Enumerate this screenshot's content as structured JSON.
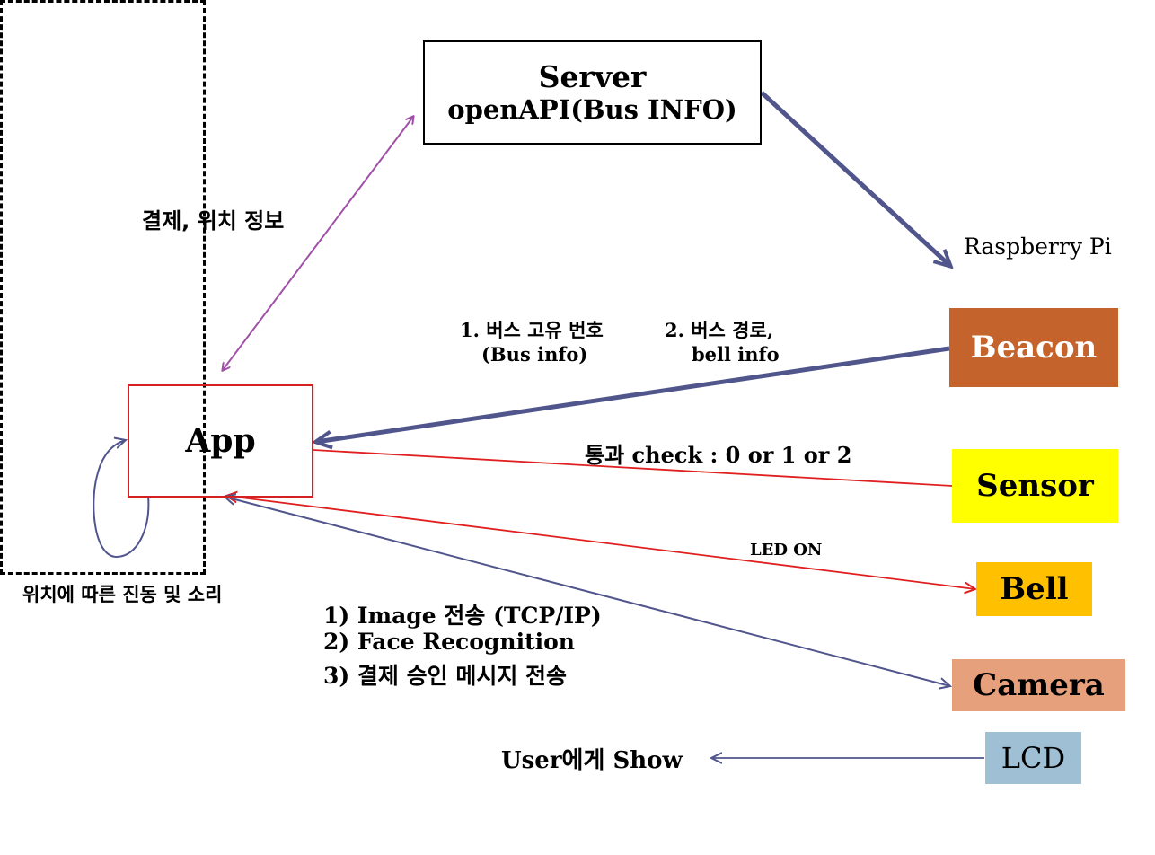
{
  "server": {
    "title": "Server",
    "subtitle": "openAPI(Bus INFO)"
  },
  "app": {
    "label": "App"
  },
  "raspberry": {
    "label": "Raspberry Pi"
  },
  "devices": {
    "beacon": "Beacon",
    "sensor": "Sensor",
    "bell": "Bell",
    "camera": "Camera",
    "lcd": "LCD"
  },
  "labels": {
    "payment_location": "결제, 위치 정보",
    "bus_id_line1": "1. 버스 고유 번호",
    "bus_id_line2": "(Bus info)",
    "bus_route_line1": "2. 버스 경로,",
    "bus_route_line2": "bell info",
    "pass_check": "통과 check : 0 or 1 or 2",
    "led_on": "LED ON",
    "vibration": "위치에 따른 진동 및 소리",
    "camera_step1": "1) Image 전송 (TCP/IP)",
    "camera_step2": "2) Face Recognition",
    "camera_step3": "3) 결제 승인 메시지 전송",
    "user_show": "User에게 Show"
  },
  "colors": {
    "purple_arrow": "#a050a8",
    "navy_arrow": "#50558c",
    "red_arrow": "#e02020",
    "beacon": "#c4642c",
    "sensor": "#ffff00",
    "bell": "#ffc000",
    "camera": "#e6a07c",
    "lcd": "#9fbfd5"
  }
}
